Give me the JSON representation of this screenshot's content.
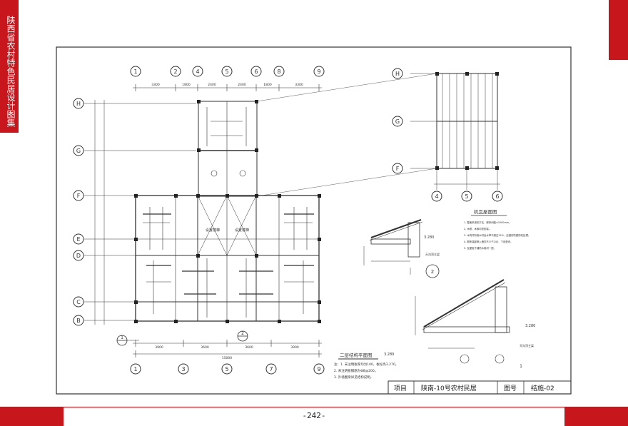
{
  "side_title": "陕西省农村特色民居设计图集",
  "page_number": "-242-",
  "grid_top": [
    "1",
    "2",
    "4",
    "5",
    "6",
    "8",
    "9"
  ],
  "grid_bottom": [
    "1",
    "3",
    "5",
    "7",
    "9"
  ],
  "grid_left": [
    "H",
    "G",
    "F",
    "E",
    "D",
    "C",
    "B"
  ],
  "grid_right_top": [
    "H",
    "G",
    "F"
  ],
  "grid_right_bottom": [
    "4",
    "5",
    "6"
  ],
  "dims_top": [
    "3300",
    "1800",
    "2400",
    "2400",
    "1800",
    "3300"
  ],
  "dims_bottom": [
    "3900",
    "3600",
    "3600",
    "3900"
  ],
  "dim_bottom_total": "15000",
  "room_label_1": "设置楼梯",
  "room_label_2": "设置楼梯",
  "plan_title": "二层结构平面图",
  "plan_level": "3.280",
  "notes": [
    "注：1. 未注明板厚均为100，板标高3.270。",
    "2. 未注明板钢筋为Φ8@200。",
    "3. 外墙圈梁详见结构说明。"
  ],
  "roof_section_title": "机瓦屋面图",
  "roof_notes": [
    "1. 屋面采用机平瓦，檩条间距≤1000mm。",
    "2. 木檩，木椽均须防腐。",
    "3. 木构件所用木材含水率不超过15%，应做好防腐防蛀处理。",
    "4. 檩条端部伸入墙内不少于240，下设垫块。",
    "5. 瓦屋面下铺防水卷材一层。"
  ],
  "section_2_level": "3.280",
  "section_2_label": "天沟顶主梁",
  "section_2_mark": "2",
  "section_1_level": "3.280",
  "section_1_label": "天沟顶主梁",
  "section_1_mark": "1",
  "title_block": {
    "project_label": "项目",
    "project_name": "陕南-10号农村民居",
    "drawing_no_label": "图号",
    "drawing_no": "结施-02"
  },
  "colors": {
    "brand_red": "#c8161d",
    "line": "#333333"
  }
}
